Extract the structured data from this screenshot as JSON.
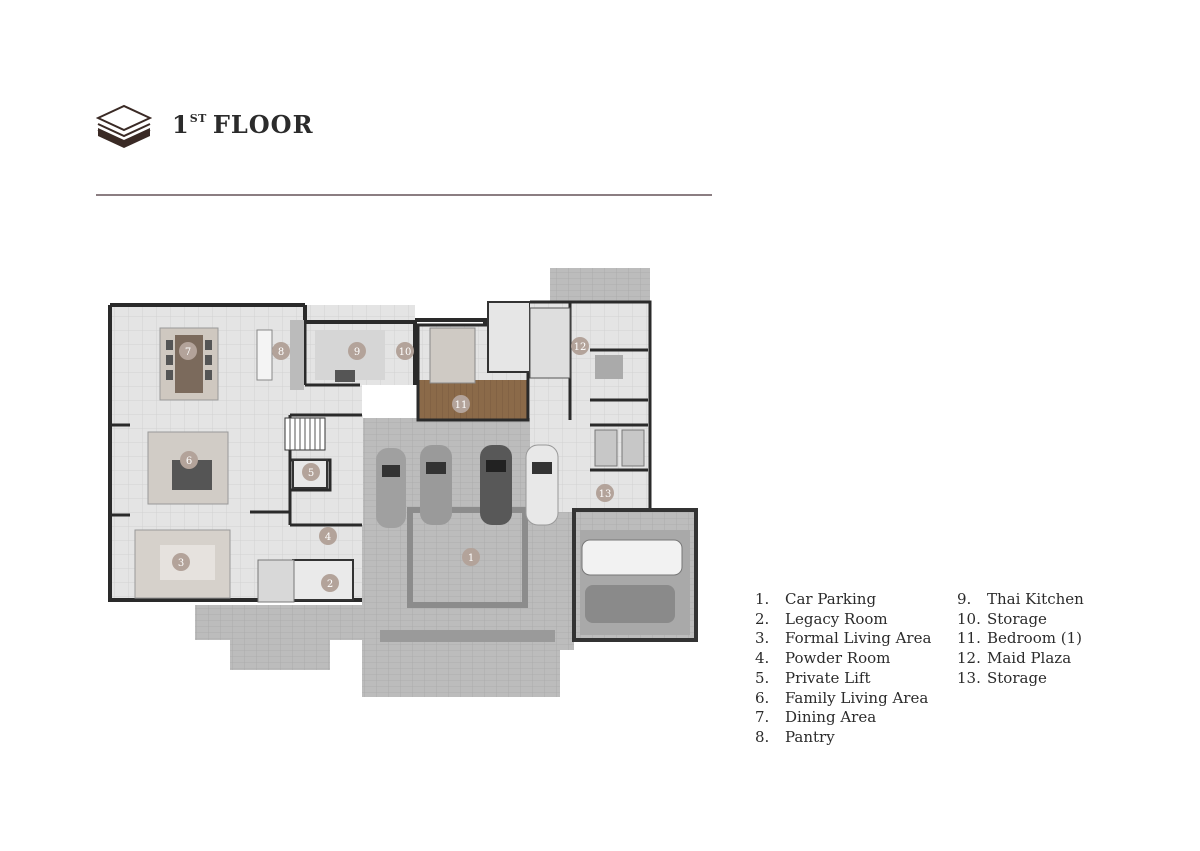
{
  "page": {
    "title_ordinal": "1",
    "title_sup": "ST",
    "title_text": "FLOOR",
    "icon": "layers-icon"
  },
  "plan": {
    "room_markers": [
      "1",
      "2",
      "3",
      "4",
      "5",
      "6",
      "7",
      "8",
      "9",
      "10",
      "11",
      "12",
      "13"
    ]
  },
  "legend": {
    "column1": [
      {
        "num": "1.",
        "label": "Car Parking"
      },
      {
        "num": "2.",
        "label": "Legacy Room"
      },
      {
        "num": "3.",
        "label": "Formal Living Area"
      },
      {
        "num": "4.",
        "label": "Powder Room"
      },
      {
        "num": "5.",
        "label": "Private Lift"
      },
      {
        "num": "6.",
        "label": "Family Living Area"
      },
      {
        "num": "7.",
        "label": "Dining Area"
      },
      {
        "num": "8.",
        "label": "Pantry"
      }
    ],
    "column2": [
      {
        "num": "9.",
        "label": "Thai Kitchen"
      },
      {
        "num": "10.",
        "label": "Storage"
      },
      {
        "num": "11.",
        "label": "Bedroom (1)"
      },
      {
        "num": "12.",
        "label": "Maid Plaza"
      },
      {
        "num": "13.",
        "label": "Storage"
      }
    ]
  },
  "colors": {
    "wall": "#2a2a2a",
    "floor_tile": "#e2e2e2",
    "paving": "#bdbdbd",
    "wood": "#8a6a4a",
    "marker": "#b3a39a",
    "rule": "#8b7e82"
  }
}
